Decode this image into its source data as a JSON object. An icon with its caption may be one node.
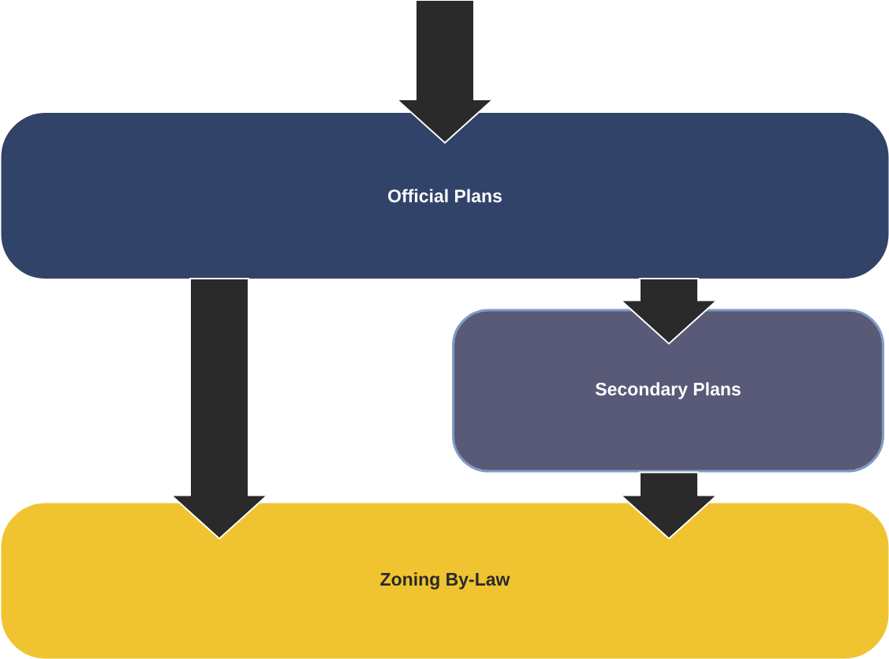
{
  "diagram": {
    "nodes": [
      {
        "text": [
          "Official Plans"
        ]
      },
      {
        "text": [
          "Secondary Plans"
        ]
      },
      {
        "text": [
          "Zoning By-Law"
        ]
      }
    ],
    "edges": [
      {
        "from": null,
        "to": 0,
        "arrow": "to"
      },
      {
        "from": 0,
        "to": 2,
        "arrow": "to"
      },
      {
        "from": 0,
        "to": 1,
        "arrow": "to"
      },
      {
        "from": 1,
        "to": 2,
        "arrow": "to"
      }
    ]
  }
}
